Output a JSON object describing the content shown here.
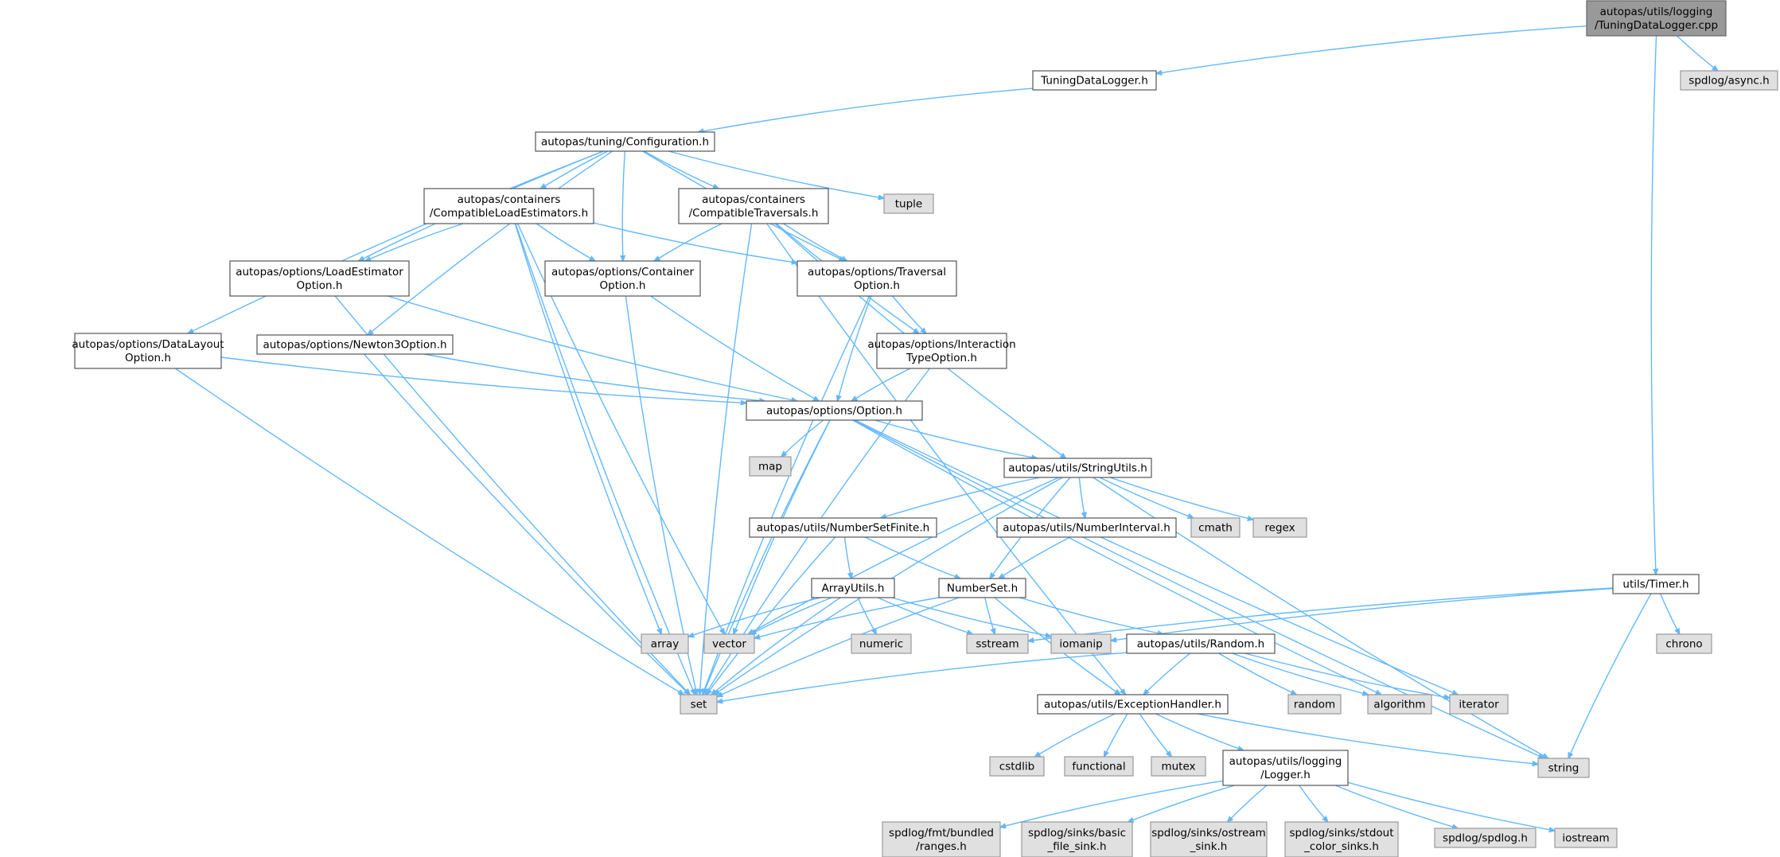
{
  "diagram": {
    "nodes": [
      {
        "id": "root",
        "lines": [
          "autopas/utils/logging",
          "/TuningDataLogger.cpp"
        ],
        "kind": "root"
      },
      {
        "id": "tdl",
        "lines": [
          "TuningDataLogger.h"
        ],
        "kind": "file"
      },
      {
        "id": "async",
        "lines": [
          "spdlog/async.h"
        ],
        "kind": "sys"
      },
      {
        "id": "timer",
        "lines": [
          "utils/Timer.h"
        ],
        "kind": "file"
      },
      {
        "id": "conf",
        "lines": [
          "autopas/tuning/Configuration.h"
        ],
        "kind": "file"
      },
      {
        "id": "tuple",
        "lines": [
          "tuple"
        ],
        "kind": "sys"
      },
      {
        "id": "cle",
        "lines": [
          "autopas/containers",
          "/CompatibleLoadEstimators.h"
        ],
        "kind": "file"
      },
      {
        "id": "ct",
        "lines": [
          "autopas/containers",
          "/CompatibleTraversals.h"
        ],
        "kind": "file"
      },
      {
        "id": "leo",
        "lines": [
          "autopas/options/LoadEstimator",
          "Option.h"
        ],
        "kind": "file"
      },
      {
        "id": "co",
        "lines": [
          "autopas/options/Container",
          "Option.h"
        ],
        "kind": "file"
      },
      {
        "id": "to",
        "lines": [
          "autopas/options/Traversal",
          "Option.h"
        ],
        "kind": "file"
      },
      {
        "id": "dlo",
        "lines": [
          "autopas/options/DataLayout",
          "Option.h"
        ],
        "kind": "file"
      },
      {
        "id": "n3",
        "lines": [
          "autopas/options/Newton3Option.h"
        ],
        "kind": "file"
      },
      {
        "id": "ito",
        "lines": [
          "autopas/options/Interaction",
          "TypeOption.h"
        ],
        "kind": "file"
      },
      {
        "id": "opt",
        "lines": [
          "autopas/options/Option.h"
        ],
        "kind": "file"
      },
      {
        "id": "map",
        "lines": [
          "map"
        ],
        "kind": "sys"
      },
      {
        "id": "su",
        "lines": [
          "autopas/utils/StringUtils.h"
        ],
        "kind": "file"
      },
      {
        "id": "nsf",
        "lines": [
          "autopas/utils/NumberSetFinite.h"
        ],
        "kind": "file"
      },
      {
        "id": "ni",
        "lines": [
          "autopas/utils/NumberInterval.h"
        ],
        "kind": "file"
      },
      {
        "id": "cmath",
        "lines": [
          "cmath"
        ],
        "kind": "sys"
      },
      {
        "id": "regex",
        "lines": [
          "regex"
        ],
        "kind": "sys"
      },
      {
        "id": "au",
        "lines": [
          "ArrayUtils.h"
        ],
        "kind": "file"
      },
      {
        "id": "ns",
        "lines": [
          "NumberSet.h"
        ],
        "kind": "file"
      },
      {
        "id": "array",
        "lines": [
          "array"
        ],
        "kind": "sys"
      },
      {
        "id": "vector",
        "lines": [
          "vector"
        ],
        "kind": "sys"
      },
      {
        "id": "numeric",
        "lines": [
          "numeric"
        ],
        "kind": "sys"
      },
      {
        "id": "sstream",
        "lines": [
          "sstream"
        ],
        "kind": "sys"
      },
      {
        "id": "iomanip",
        "lines": [
          "iomanip"
        ],
        "kind": "sys"
      },
      {
        "id": "rand",
        "lines": [
          "autopas/utils/Random.h"
        ],
        "kind": "file"
      },
      {
        "id": "chrono",
        "lines": [
          "chrono"
        ],
        "kind": "sys"
      },
      {
        "id": "set",
        "lines": [
          "set"
        ],
        "kind": "sys"
      },
      {
        "id": "random",
        "lines": [
          "random"
        ],
        "kind": "sys"
      },
      {
        "id": "algorithm",
        "lines": [
          "algorithm"
        ],
        "kind": "sys"
      },
      {
        "id": "iterator",
        "lines": [
          "iterator"
        ],
        "kind": "sys"
      },
      {
        "id": "eh",
        "lines": [
          "autopas/utils/ExceptionHandler.h"
        ],
        "kind": "file"
      },
      {
        "id": "string",
        "lines": [
          "string"
        ],
        "kind": "sys"
      },
      {
        "id": "cstdlib",
        "lines": [
          "cstdlib"
        ],
        "kind": "sys"
      },
      {
        "id": "functional",
        "lines": [
          "functional"
        ],
        "kind": "sys"
      },
      {
        "id": "mutex",
        "lines": [
          "mutex"
        ],
        "kind": "sys"
      },
      {
        "id": "logger",
        "lines": [
          "autopas/utils/logging",
          "/Logger.h"
        ],
        "kind": "file"
      },
      {
        "id": "fmt",
        "lines": [
          "spdlog/fmt/bundled",
          "/ranges.h"
        ],
        "kind": "sys"
      },
      {
        "id": "basic",
        "lines": [
          "spdlog/sinks/basic",
          "_file_sink.h"
        ],
        "kind": "sys"
      },
      {
        "id": "ostream",
        "lines": [
          "spdlog/sinks/ostream",
          "_sink.h"
        ],
        "kind": "sys"
      },
      {
        "id": "stdout",
        "lines": [
          "spdlog/sinks/stdout",
          "_color_sinks.h"
        ],
        "kind": "sys"
      },
      {
        "id": "spdlog",
        "lines": [
          "spdlog/spdlog.h"
        ],
        "kind": "sys"
      },
      {
        "id": "iostream",
        "lines": [
          "iostream"
        ],
        "kind": "sys"
      }
    ],
    "edges": [
      [
        "root",
        "tdl"
      ],
      [
        "root",
        "async"
      ],
      [
        "root",
        "timer"
      ],
      [
        "tdl",
        "conf"
      ],
      [
        "conf",
        "tuple"
      ],
      [
        "conf",
        "cle"
      ],
      [
        "conf",
        "ct"
      ],
      [
        "conf",
        "leo"
      ],
      [
        "conf",
        "co"
      ],
      [
        "conf",
        "to"
      ],
      [
        "conf",
        "dlo"
      ],
      [
        "conf",
        "n3"
      ],
      [
        "cle",
        "leo"
      ],
      [
        "cle",
        "co"
      ],
      [
        "cle",
        "to"
      ],
      [
        "cle",
        "set"
      ],
      [
        "cle",
        "array"
      ],
      [
        "cle",
        "vector"
      ],
      [
        "ct",
        "co"
      ],
      [
        "ct",
        "to"
      ],
      [
        "ct",
        "ito"
      ],
      [
        "ct",
        "su"
      ],
      [
        "ct",
        "set"
      ],
      [
        "ct",
        "eh"
      ],
      [
        "leo",
        "opt"
      ],
      [
        "leo",
        "set"
      ],
      [
        "co",
        "opt"
      ],
      [
        "co",
        "set"
      ],
      [
        "to",
        "opt"
      ],
      [
        "to",
        "ito"
      ],
      [
        "to",
        "set"
      ],
      [
        "dlo",
        "opt"
      ],
      [
        "dlo",
        "set"
      ],
      [
        "n3",
        "opt"
      ],
      [
        "n3",
        "set"
      ],
      [
        "ito",
        "opt"
      ],
      [
        "ito",
        "set"
      ],
      [
        "opt",
        "map"
      ],
      [
        "opt",
        "su"
      ],
      [
        "opt",
        "set"
      ],
      [
        "opt",
        "vector"
      ],
      [
        "opt",
        "string"
      ],
      [
        "opt",
        "algorithm"
      ],
      [
        "opt",
        "iterator"
      ],
      [
        "su",
        "nsf"
      ],
      [
        "su",
        "ni"
      ],
      [
        "su",
        "cmath"
      ],
      [
        "su",
        "regex"
      ],
      [
        "su",
        "ns"
      ],
      [
        "su",
        "vector"
      ],
      [
        "su",
        "set"
      ],
      [
        "su",
        "string"
      ],
      [
        "nsf",
        "au"
      ],
      [
        "nsf",
        "ns"
      ],
      [
        "nsf",
        "set"
      ],
      [
        "ni",
        "ns"
      ],
      [
        "au",
        "array"
      ],
      [
        "au",
        "vector"
      ],
      [
        "au",
        "numeric"
      ],
      [
        "au",
        "sstream"
      ],
      [
        "au",
        "iomanip"
      ],
      [
        "au",
        "set"
      ],
      [
        "ns",
        "sstream"
      ],
      [
        "ns",
        "vector"
      ],
      [
        "ns",
        "set"
      ],
      [
        "ns",
        "rand"
      ],
      [
        "ns",
        "eh"
      ],
      [
        "timer",
        "chrono"
      ],
      [
        "timer",
        "string"
      ],
      [
        "timer",
        "sstream"
      ],
      [
        "timer",
        "iomanip"
      ],
      [
        "rand",
        "random"
      ],
      [
        "rand",
        "algorithm"
      ],
      [
        "rand",
        "iterator"
      ],
      [
        "rand",
        "set"
      ],
      [
        "rand",
        "eh"
      ],
      [
        "eh",
        "cstdlib"
      ],
      [
        "eh",
        "functional"
      ],
      [
        "eh",
        "mutex"
      ],
      [
        "eh",
        "logger"
      ],
      [
        "eh",
        "string"
      ],
      [
        "logger",
        "fmt"
      ],
      [
        "logger",
        "basic"
      ],
      [
        "logger",
        "ostream"
      ],
      [
        "logger",
        "stdout"
      ],
      [
        "logger",
        "spdlog"
      ],
      [
        "logger",
        "iostream"
      ]
    ]
  }
}
